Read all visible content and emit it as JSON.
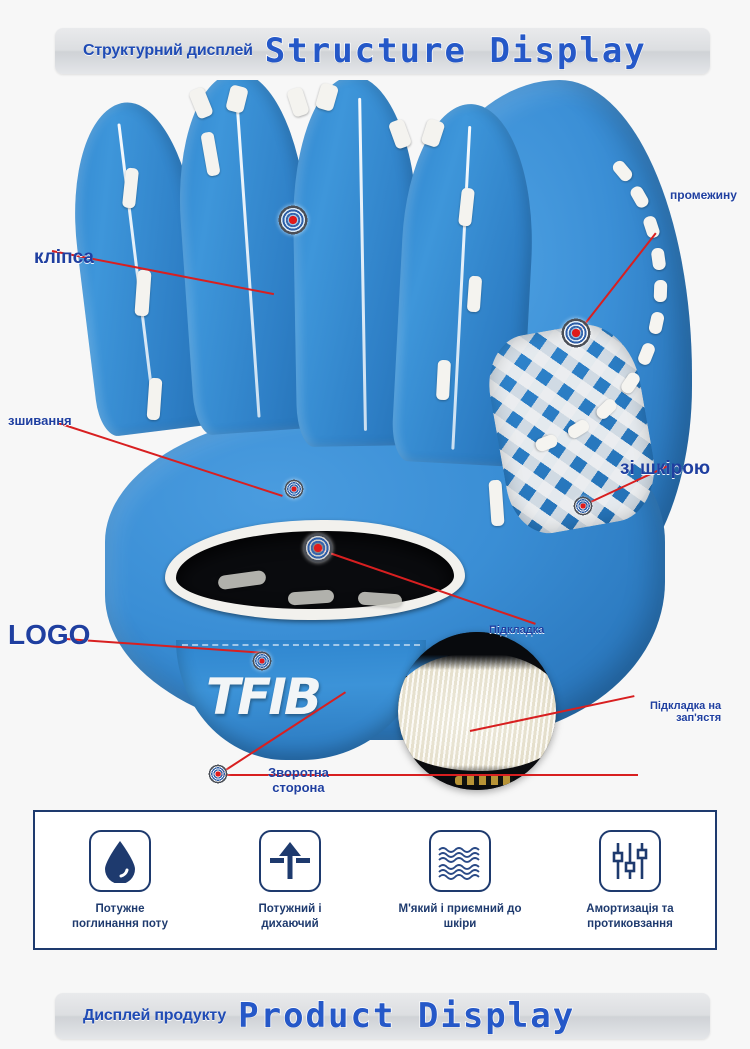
{
  "header_banner": {
    "ua_label": "Структурний дисплей",
    "en_label": "Structure Display"
  },
  "footer_banner": {
    "ua_label": "Дисплей продукту",
    "en_label": "Product Display"
  },
  "product": {
    "logo_text": "TFIB",
    "color_primary": "#3a8ed5",
    "color_accent": "#d81f20",
    "color_label": "#1f3fa0"
  },
  "annotations": [
    {
      "id": "clip",
      "label": "кліпса",
      "size": 19
    },
    {
      "id": "crotch",
      "label": "промежину",
      "size": 12
    },
    {
      "id": "stitching",
      "label": "зшивання",
      "size": 13
    },
    {
      "id": "leather",
      "label": "зі шкірою",
      "size": 19
    },
    {
      "id": "logo",
      "label": "LOGO",
      "size": 28
    },
    {
      "id": "lining",
      "label": "Підкладка",
      "size": 11
    },
    {
      "id": "wrist-lining",
      "label": "Підкладка на\nзап'ястя",
      "size": 11
    },
    {
      "id": "back-side",
      "label": "Зворотна\nсторона",
      "size": 13
    }
  ],
  "features": [
    {
      "icon": "water-drop-icon",
      "label": "Потужне\nпоглинання поту"
    },
    {
      "icon": "breathable-arrow-icon",
      "label": "Потужний і\nдихаючий"
    },
    {
      "icon": "soft-waves-icon",
      "label": "М'який і приємний до\nшкіри"
    },
    {
      "icon": "sliders-icon",
      "label": "Амортизація та\nпротиковзання"
    }
  ]
}
